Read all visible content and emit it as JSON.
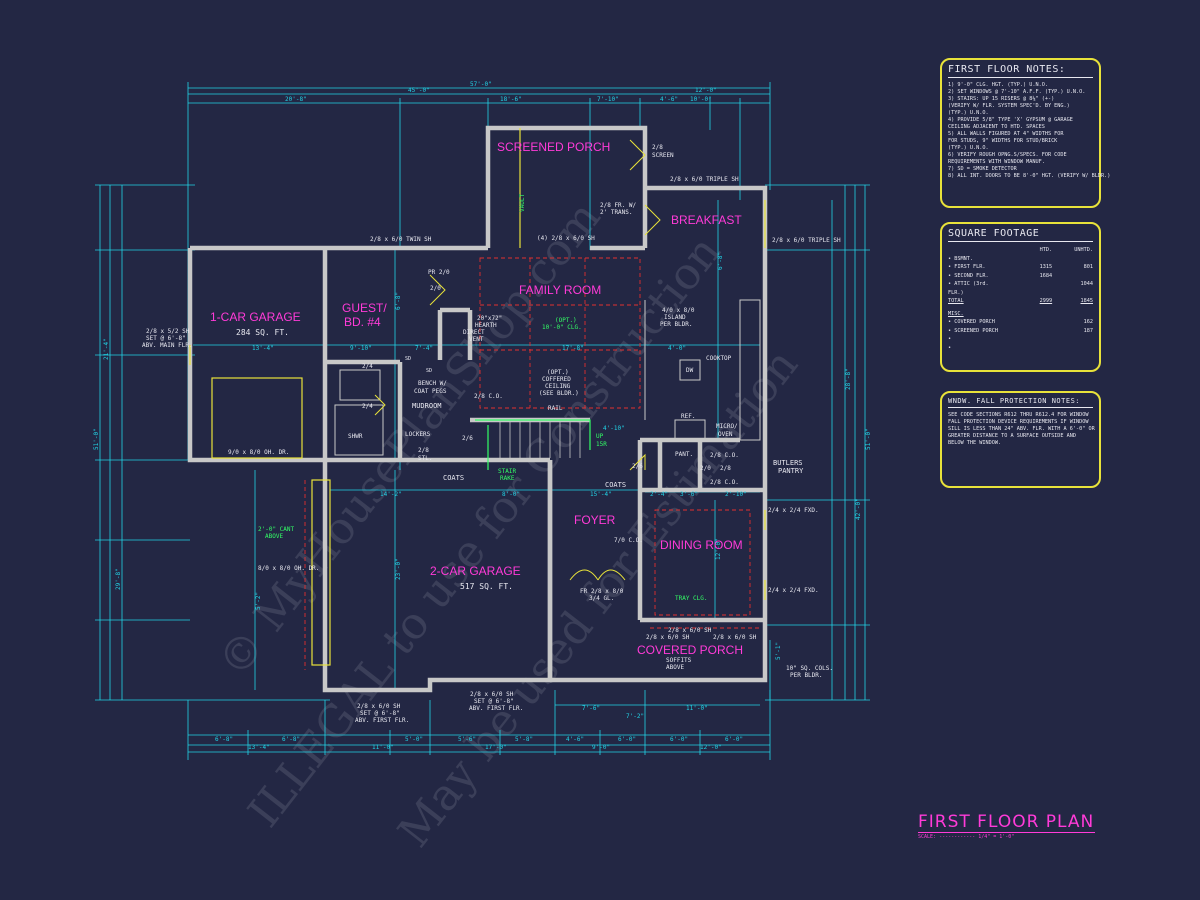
{
  "plan": {
    "title": "FIRST FLOOR PLAN",
    "scale": "SCALE: ------------ 1/4\" = 1'-0\"",
    "watermarks": [
      "© MyHousePlanShop.com",
      "ILLEGAL to use for Construction",
      "May be used for Estimation"
    ]
  },
  "rooms": {
    "screened_porch": "SCREENED PORCH",
    "breakfast": "BREAKFAST",
    "family_room": "FAMILY ROOM",
    "one_car_garage": "1-CAR GARAGE",
    "one_car_sqft": "284 SQ. FT.",
    "guest": "GUEST/",
    "guest2": "BD. #4",
    "mudroom": "MUDROOM",
    "foyer": "FOYER",
    "dining": "DINING ROOM",
    "two_car_garage": "2-CAR GARAGE",
    "two_car_sqft": "517 SQ. FT.",
    "covered_porch": "COVERED PORCH",
    "cooktop": "COOKTOP",
    "butlers": "BUTLERS",
    "pantry": "PANTRY",
    "pant": "PANT.",
    "coats": "COATS",
    "coats2": "COATS",
    "shwr": "SHWR",
    "lockers": "LOCKERS",
    "bench": "BENCH W/",
    "bench2": "COAT PEGS",
    "dw": "DW",
    "ref": "REF.",
    "micro": "MICRO/",
    "oven": "OVEN"
  },
  "notes_text": {
    "n_2_8_screen": "2/8",
    "n_screen": "SCREEN",
    "n_triple_top": "2/8 x 6/0 TRIPLE SH",
    "n_triple_right": "2/8 x 6/0 TRIPLE SH",
    "n_twin": "2/8 x 6/0 TWIN SH",
    "n_fr": "2/8 FR. W/",
    "n_trans": "2' TRANS.",
    "n_4_sh": "(4) 2/8 x 6/0 SH",
    "n_garage_win": "2/8 x 5/2 SH",
    "n_garage_win2": "SET @ 6'-8\"",
    "n_garage_win3": "ABV. MAIN FLR.",
    "n_hearth": "20\"x72\"",
    "n_hearth2": "HEARTH",
    "n_direct": "DIRECT",
    "n_vent": "VENT",
    "n_coffered": "(OPT.)",
    "n_coffered2": "COFFERED",
    "n_coffered3": "CEILING",
    "n_coffered4": "(SEE BLDR.)",
    "n_clg": "(OPT.)",
    "n_clg2": "10'-0\" CLG.",
    "n_rail": "RAIL",
    "n_island": "4/0 x 8/0",
    "n_island2": "ISLAND",
    "n_island3": "PER BLDR.",
    "n_pr": "PR 2/0",
    "n_garage_door1": "9/0 x 8/0 OH. DR.",
    "n_garage_door2": "8/0 x 8/0 OH. DR.",
    "n_cant": "2'-0\" CANT",
    "n_cant2": "ABOVE",
    "n_stair": "STAIR",
    "n_stair2": "RAKE",
    "n_fr_foyer": "FR 2/8 x 8/0",
    "n_fr_foyer2": "3/4 GL.",
    "n_foyer_co": "7/0 C.O.",
    "n_tray": "TRAY CLG.",
    "n_fxd1": "2/4 x 2/4 FXD.",
    "n_fxd2": "2/4 x 2/4 FXD.",
    "n_porch_win": "2/8 x 6/0 SH",
    "n_porch_win2": "2/8 x 6/0 SH",
    "n_porch_win3": "2/8 x 6/0 SH",
    "n_soffits": "SOFFITS",
    "n_soffits2": "ABOVE",
    "n_cols": "10\" SQ. COLS.",
    "n_cols2": "PER BLDR.",
    "n_g_win1": "2/8 x 6/0 SH",
    "n_g_win1b": "SET @ 6'-8\"",
    "n_g_win1c": "ABV. FIRST FLR.",
    "n_g_win2": "2/8 x 6/0 SH",
    "n_g_win2b": "SET @ 6'-8\"",
    "n_g_win2c": "ABV. FIRST FLR.",
    "n_vault": "VAULT",
    "n_2co1": "2/8 C.O.",
    "n_2co2": "2/8 C.O.",
    "n_2co3": "2/8 C.O.",
    "n_up": "UP",
    "n_up2": "15R",
    "n_sd1": "SD",
    "n_sd2": "SD",
    "n_2_4a": "2/4",
    "n_2_4b": "2/4",
    "n_2_6a": "2/6",
    "n_2_6b": "2/6",
    "n_2_0a": "2/0",
    "n_2_0b": "2/0",
    "n_2_8a": "2/8",
    "n_2_8b": "2/8",
    "n_2_8c": "2/8",
    "n_2_8d": "2/8",
    "n_stl": "STL."
  },
  "dims": {
    "overall_top": "57'-0\"",
    "top_a": "20'-8\"",
    "top_b": "45'-0\"",
    "top_c": "12'-0\"",
    "top_d": "18'-6\"",
    "top_e": "7'-10\"",
    "top_f": "10'-0\"",
    "top_g": "4'-6\"",
    "bot_overall": "13'-4\"",
    "bot_a": "6'-8\"",
    "bot_b": "6'-8\"",
    "bot_c": "5'-0\"",
    "bot_d": "5'-6\"",
    "bot_e": "5'-8\"",
    "bot_f": "4'-6\"",
    "bot_g": "6'-0\"",
    "bot_h": "6'-0\"",
    "bot_i": "6'-0\"",
    "bot_j": "11'-0\"",
    "bot_k": "9'-0\"",
    "bot_l": "17'-0\"",
    "bot_m": "12'-0\"",
    "left_overall": "51'-0\"",
    "left_a": "21'-4\"",
    "left_b": "29'-8\"",
    "right_overall": "51'-0\"",
    "right_a": "28'-8\"",
    "right_b": "42'-0\"",
    "in_a": "13'-4\"",
    "in_b": "9'-10\"",
    "in_c": "7'-4\"",
    "in_d": "17'-8\"",
    "in_e": "14'-2\"",
    "in_f": "8'-0\"",
    "in_g": "15'-4\"",
    "in_h": "2'-4\"",
    "in_i": "3'-6\"",
    "in_j": "2'-10\"",
    "in_k": "11'-0\"",
    "in_l": "7'-6\"",
    "in_m": "7'-2\"",
    "in_n": "4'-0\"",
    "in_o": "4'-10\"",
    "in_p": "23'-0\"",
    "in_q": "12'-0\"",
    "in_r": "6'-8\"",
    "in_s": "6'-8\"",
    "in_t": "5'-2\"",
    "in_u": "5'-1\""
  },
  "first_floor_notes": {
    "heading": "FIRST FLOOR NOTES:",
    "lines": [
      "1) 9'-0\" CLG. HGT. (TYP.) U.N.O.",
      "2) SET WINDOWS @ 7'-10\" A.F.F. (TYP.) U.N.O.",
      "3) STAIRS: UP 15 RISERS @ 8⅛\" (+-)",
      "   (VERIFY W/ FLR. SYSTEM SPEC'D. BY ENG.)",
      "   (TYP.) U.N.O.",
      "4) PROVIDE 5/8\" TYPE 'X' GYPSUM @ GARAGE",
      "   CEILING ADJACENT TO HTD. SPACES",
      "5) ALL WALLS FIGURED AT 4\" WIDTHS FOR",
      "   FOR STUDS, 9\" WIDTHS FOR STUD/BRICK",
      "   (TYP.) U.N.O.",
      "6) VERIFY ROUGH OPNG.S/SPECS. FOR CODE",
      "   REQUIREMENTS WITH WINDOW MANUF.",
      "7) SD = SMOKE DETECTOR",
      "8) ALL INT. DOORS TO BE 8'-0\" HGT. (VERIFY W/ BLDR.)"
    ]
  },
  "square_footage": {
    "heading": "SQUARE FOOTAGE",
    "col_htd": "HTD.",
    "col_unhtd": "UNHTD.",
    "rows": [
      {
        "label": "• BSMNT.",
        "htd": "",
        "unhtd": ""
      },
      {
        "label": "• FIRST FLR.",
        "htd": "1315",
        "unhtd": "801"
      },
      {
        "label": "• SECOND FLR.",
        "htd": "1684",
        "unhtd": ""
      },
      {
        "label": "• ATTIC (3rd. FLR.)",
        "htd": "",
        "unhtd": "1044"
      },
      {
        "label": "TOTAL",
        "htd": "2999",
        "unhtd": "1845"
      }
    ],
    "misc_heading": "MISC.",
    "misc_rows": [
      {
        "label": "• COVERED PORCH",
        "val": "162"
      },
      {
        "label": "• SCREENED PORCH",
        "val": "187"
      },
      {
        "label": "•",
        "val": ""
      },
      {
        "label": "•",
        "val": ""
      }
    ]
  },
  "window_fall_notes": {
    "heading": "WNDW. FALL PROTECTION NOTES:",
    "lines": [
      "SEE CODE SECTIONS R612 THRU R612.4 FOR WINDOW",
      "FALL PROTECTION DEVICE REQUIREMENTS IF WINDOW",
      "SILL IS LESS THAN 24\" ABV. FLR. WITH A 6'-0\" OR",
      "GREATER DISTANCE TO A SURFACE OUTSIDE AND",
      "BELOW THE WINDOW."
    ]
  },
  "colors": {
    "background": "#232744",
    "dimension": "#22d3e6",
    "room_label": "#ff3bd8",
    "wall": "#c8c8c8",
    "panel_border": "#e8e23a",
    "yellow_line": "#e8e23a",
    "red_dash": "#e03030",
    "green_text": "#33ff66"
  }
}
